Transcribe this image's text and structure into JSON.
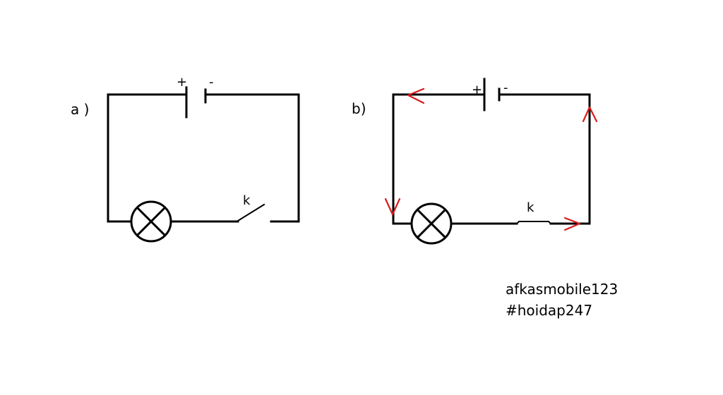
{
  "circuit_a": {
    "label": "a )",
    "battery_plus": "+",
    "battery_minus": "-",
    "switch_label": "k"
  },
  "circuit_b": {
    "label": "b)",
    "battery_plus": "+",
    "battery_minus": "-",
    "switch_label": "k"
  },
  "credits": {
    "author": "afkasmobile123",
    "tag": "#hoidap247"
  },
  "colors": {
    "wire": "#000000",
    "current_arrow": "#d81c1c"
  }
}
